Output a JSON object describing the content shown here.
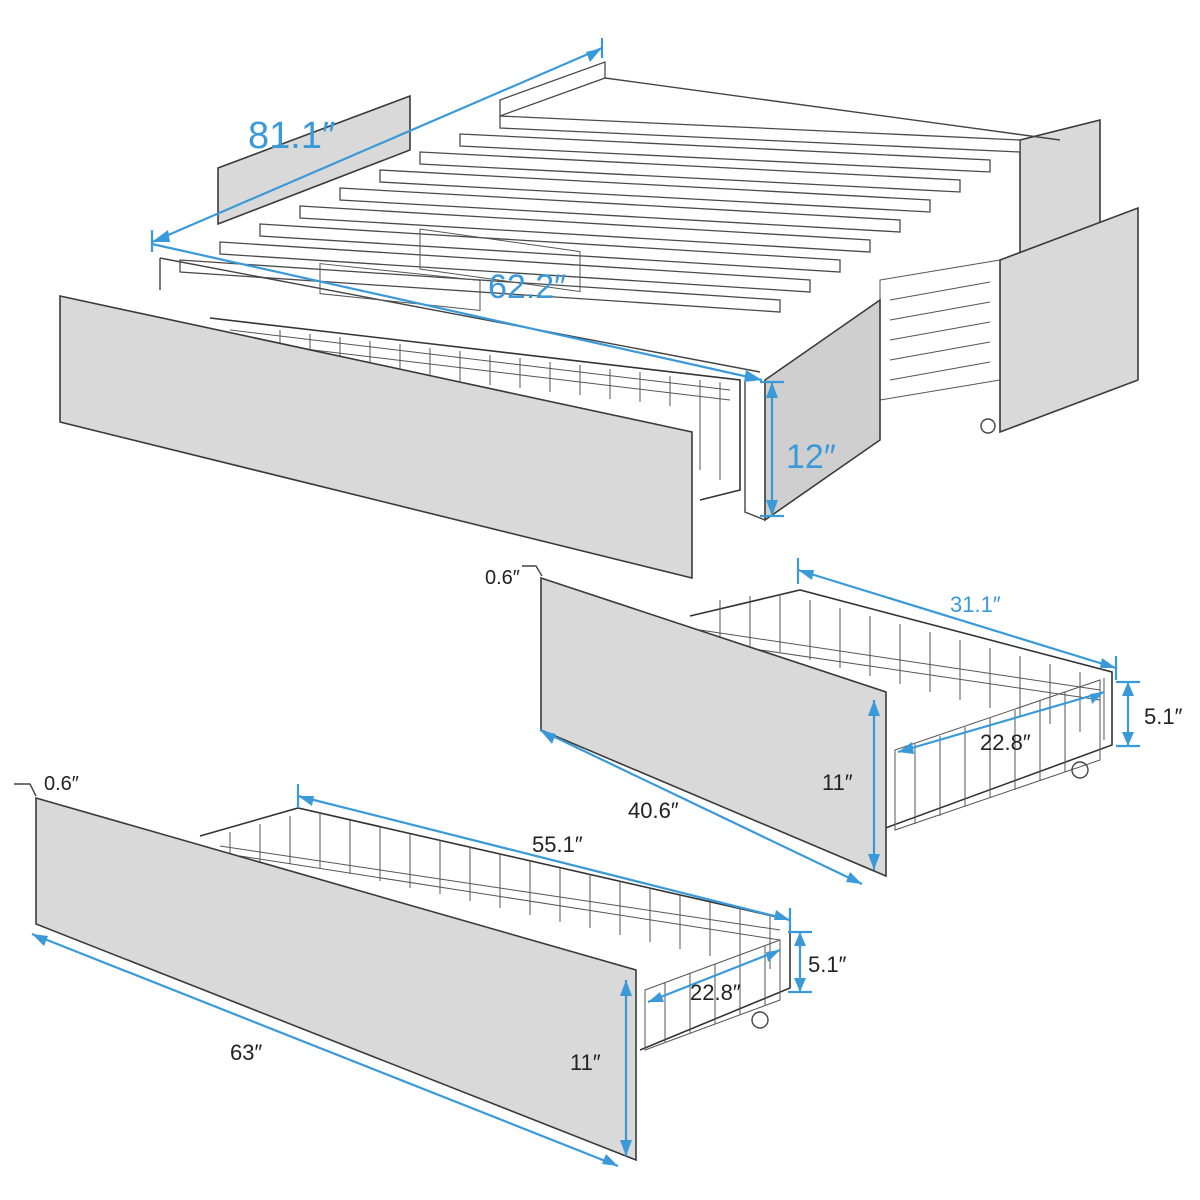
{
  "bed_dimensions": {
    "length": "81.1″",
    "width": "62.2″",
    "height": "12″"
  },
  "small_drawer": {
    "panel_thickness": "0.6″",
    "basket_length": "31.1″",
    "basket_height": "5.1″",
    "basket_depth": "22.8″",
    "panel_height": "11″",
    "panel_length": "40.6″"
  },
  "large_drawer": {
    "panel_thickness": "0.6″",
    "basket_length": "55.1″",
    "basket_height": "5.1″",
    "basket_depth": "22.8″",
    "panel_height": "11″",
    "panel_length": "63″"
  },
  "colors": {
    "dimension_accent": "#3a9ad9",
    "panel_fill": "#d9d9d9"
  }
}
